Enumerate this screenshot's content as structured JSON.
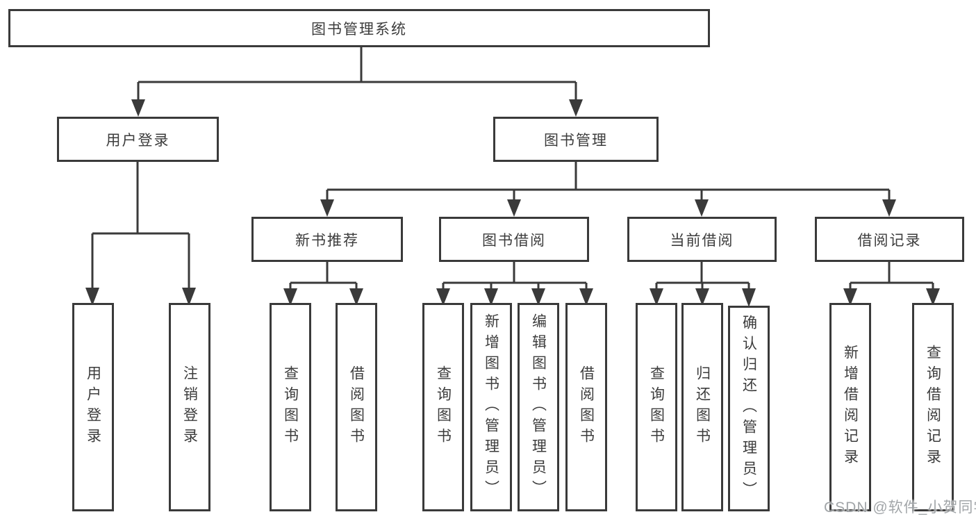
{
  "diagram": {
    "root": {
      "label": "图书管理系统"
    },
    "level2": [
      {
        "label": "用户登录"
      },
      {
        "label": "图书管理"
      }
    ],
    "level3": [
      {
        "label": "新书推荐"
      },
      {
        "label": "图书借阅"
      },
      {
        "label": "当前借阅"
      },
      {
        "label": "借阅记录"
      }
    ],
    "leafGroups": [
      {
        "parent": "用户登录",
        "items": [
          {
            "label": "用户登录"
          },
          {
            "label": "注销登录"
          }
        ]
      },
      {
        "parent": "新书推荐",
        "items": [
          {
            "label": "查询图书"
          },
          {
            "label": "借阅图书"
          }
        ]
      },
      {
        "parent": "图书借阅",
        "items": [
          {
            "label": "查询图书"
          },
          {
            "label": "新增图书（管理员）"
          },
          {
            "label": "编辑图书（管理员）"
          },
          {
            "label": "借阅图书"
          }
        ]
      },
      {
        "parent": "当前借阅",
        "items": [
          {
            "label": "查询图书"
          },
          {
            "label": "归还图书"
          },
          {
            "label": "确认归还（管理员）"
          }
        ]
      },
      {
        "parent": "借阅记录",
        "items": [
          {
            "label": "新增借阅记录"
          },
          {
            "label": "查询借阅记录"
          }
        ]
      }
    ],
    "colors": {
      "line": "#3a3a3a",
      "text": "#3c3c3c",
      "background": "#ffffff",
      "watermark": "#94989c"
    }
  },
  "watermark": {
    "text": "CSDN @软件_小贺同学"
  }
}
